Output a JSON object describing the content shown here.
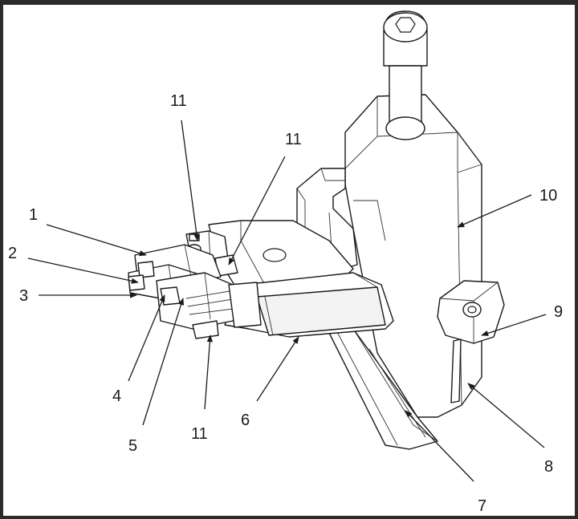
{
  "labels": {
    "l1": "1",
    "l2": "2",
    "l3": "3",
    "l4": "4",
    "l5": "5",
    "l6": "6",
    "l7": "7",
    "l8": "8",
    "l9": "9",
    "l10": "10",
    "l11_top": "11",
    "l11_mid": "11",
    "l11_bottom": "11"
  },
  "colors": {
    "frame": "#2b2b2b",
    "line": "#1a1a1a",
    "background": "#ffffff"
  }
}
